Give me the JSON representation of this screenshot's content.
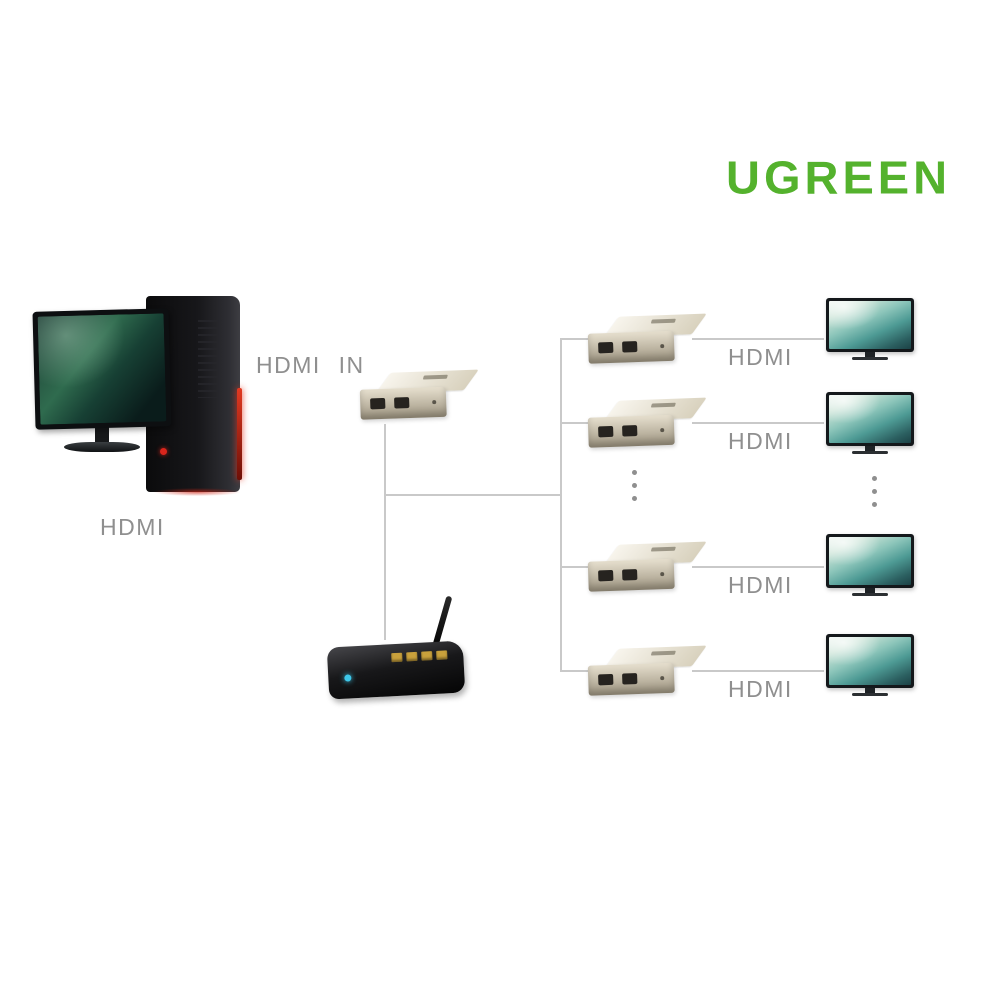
{
  "brand": {
    "logo_text": "UGREEN",
    "logo_color": "#54B22D"
  },
  "labels": {
    "source": "HDMI",
    "input": "HDMI IN",
    "outputs": [
      "HDMI",
      "HDMI",
      "HDMI",
      "HDMI"
    ]
  },
  "icons": {
    "computer": "desktop-pc-icon",
    "transmitter": "hdmi-extender-transmitter-icon",
    "router": "wireless-router-icon",
    "receiver": "hdmi-extender-receiver-icon",
    "display": "tv-display-icon",
    "more": "vertical-ellipsis-icon"
  },
  "colors": {
    "background": "#ffffff",
    "connector_line": "#c9c9c9",
    "label_text": "#8f8f8f",
    "brand_green": "#54B22D"
  }
}
